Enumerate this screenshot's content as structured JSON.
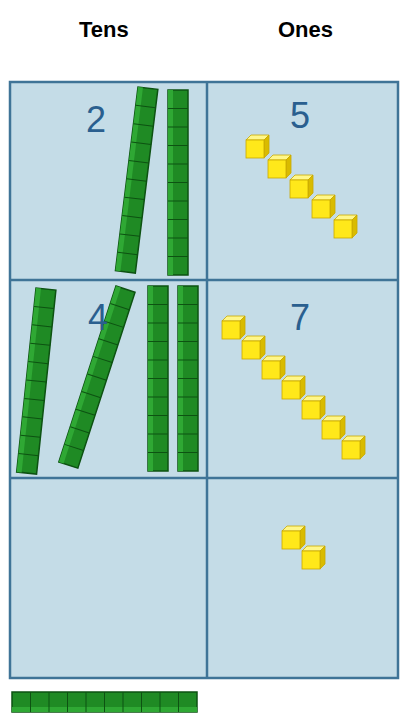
{
  "diagram": {
    "labels": [
      "Tens",
      "Ones",
      "2",
      "5",
      "4",
      "7"
    ]
  }
}
